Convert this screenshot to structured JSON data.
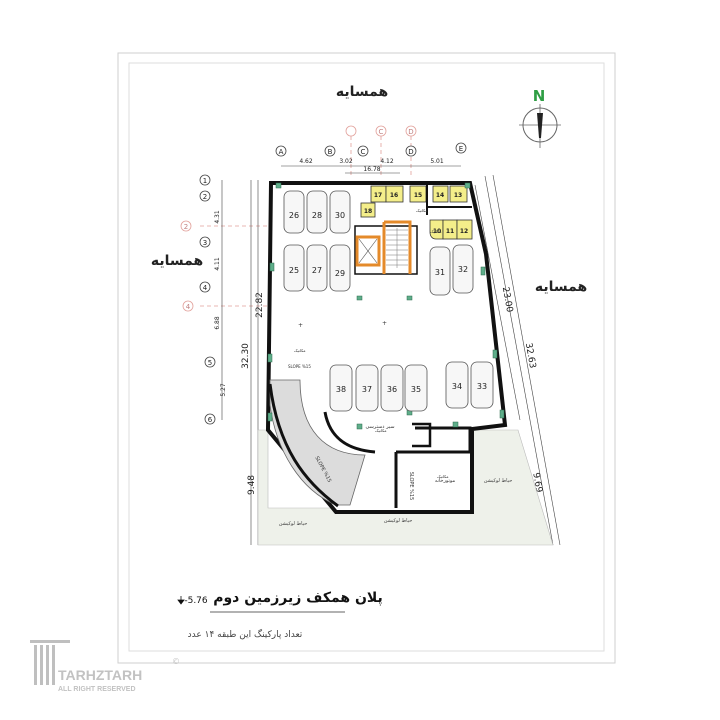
{
  "north_label": "N",
  "neighbor_top": "همسایه",
  "neighbor_left": "همسایه",
  "neighbor_right": "همسایه",
  "grid_letters": [
    "A",
    "B",
    "C",
    "C",
    "D",
    "D",
    "E"
  ],
  "grid_numbers": [
    "1",
    "2",
    "2",
    "3",
    "4",
    "4",
    "5",
    "6"
  ],
  "top_dims": {
    "d1": "4.62",
    "d2": "3.02",
    "d3": "4.12",
    "d4": "5.01",
    "total": "16.78"
  },
  "left_dims": {
    "d1": "4.31",
    "d2": "4.11",
    "d3": "6.88",
    "d4": "5.27"
  },
  "side_dims": {
    "left_main": "32.30",
    "left_inner": "22.82",
    "left_lower": "9.48",
    "right_main": "32.63",
    "right_inner": "23.00",
    "right_lower": "9.69"
  },
  "parking_spots": [
    "26",
    "28",
    "30",
    "25",
    "27",
    "29",
    "31",
    "32",
    "38",
    "37",
    "36",
    "35",
    "34",
    "33"
  ],
  "storage_units": [
    "17",
    "16",
    "15",
    "14",
    "13",
    "18",
    "10",
    "11",
    "12"
  ],
  "slope_labels": [
    "SLOPE %15",
    "SLOPE %15",
    "SLOPE %15"
  ],
  "room_labels": {
    "ramp": "سیر دسترسی",
    "utility": "موتورخانه",
    "yard_left": "حیاط لوکیشن",
    "yard_mid": "حیاط لوکیشن",
    "yard_right": "حیاط لوکیشن"
  },
  "elevation_mark": "مکانیک",
  "level_value": "-5.76",
  "plan_title": "پلان همکف زیرزمین دوم",
  "parking_note": "تعداد پارکینگ این طبقه ۱۴ عدد",
  "logo": {
    "name": "TARHZTARH",
    "tagline": "ALL RIGHT RESERVED",
    "copyright": "©"
  },
  "colors": {
    "wall": "#111111",
    "storage": "#f4ee8a",
    "stair": "#e48a2a",
    "column": "#5fae8a",
    "grid_dash": "#e2a09a",
    "north": "#2f9e44",
    "yard_fill": "#eef1ea",
    "ramp_fill": "#dcdcdc"
  }
}
